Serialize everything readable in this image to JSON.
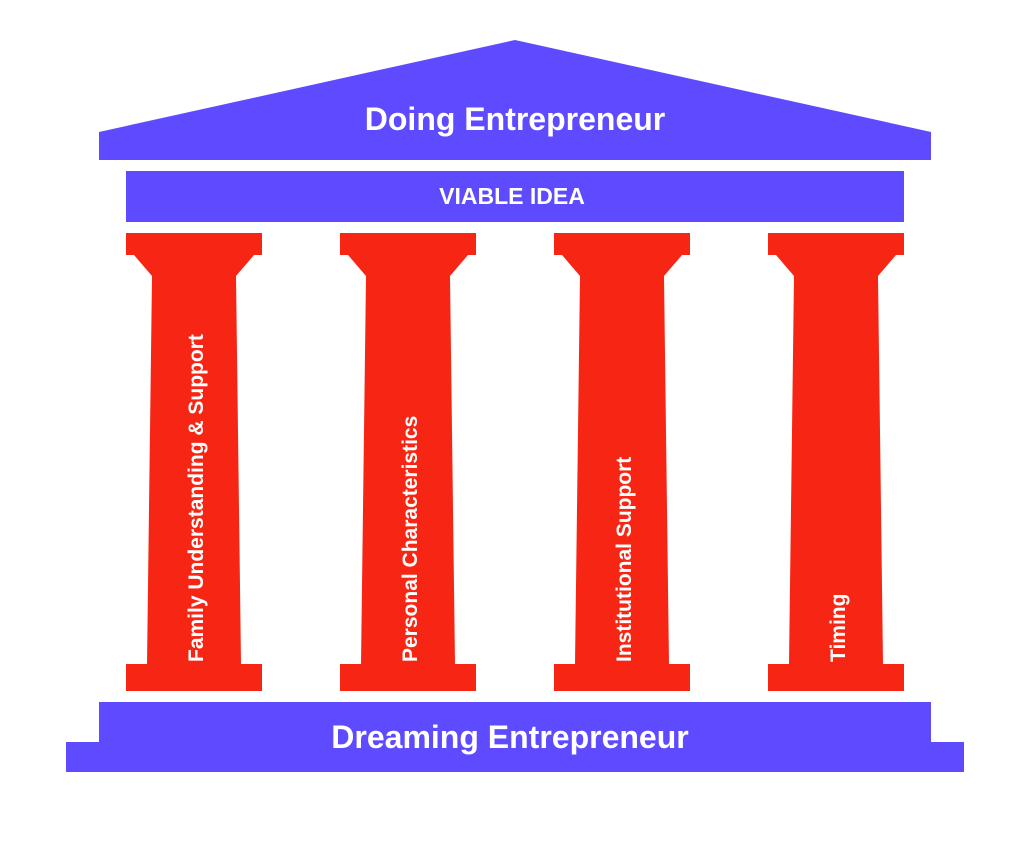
{
  "colors": {
    "structure": "#5E4BFF",
    "pillar": "#F72614",
    "text": "#FFFFFF"
  },
  "roof": {
    "label": "Doing Entrepreneur"
  },
  "architrave": {
    "label": "VIABLE IDEA"
  },
  "pillars": [
    {
      "label": "Family Understanding & Support"
    },
    {
      "label": "Personal Characteristics"
    },
    {
      "label": "Institutional Support"
    },
    {
      "label": "Timing"
    }
  ],
  "foundation": {
    "label": "Dreaming Entrepreneur"
  }
}
